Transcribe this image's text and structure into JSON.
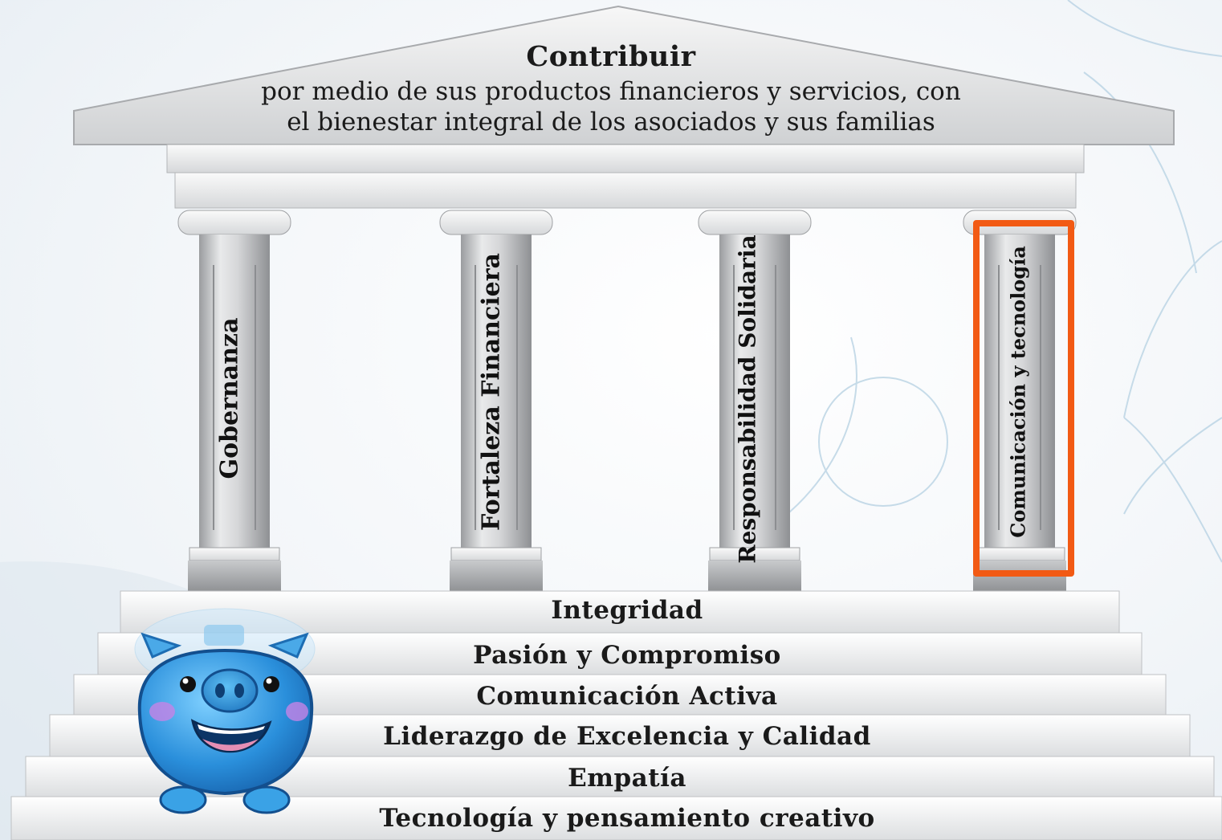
{
  "roof": {
    "title": "Contribuir",
    "line1": "por medio de sus productos financieros y servicios, con",
    "line2": "el bienestar integral de los asociados y sus familias"
  },
  "pillars": [
    {
      "label": "Gobernanza"
    },
    {
      "label": "Fortaleza Financiera"
    },
    {
      "label": "Responsabilidad Solidaria"
    },
    {
      "label": "Comunicación y tecnología",
      "highlighted": true
    }
  ],
  "steps": [
    {
      "label": "Integridad"
    },
    {
      "label": "Pasión y Compromiso"
    },
    {
      "label": "Comunicación Activa"
    },
    {
      "label": "Liderazgo de Excelencia y Calidad"
    },
    {
      "label": "Empatía"
    },
    {
      "label": "Tecnología y pensamiento creativo"
    }
  ],
  "colors": {
    "highlight": "#f25a14",
    "stone": "#e2e4e6",
    "mascot": "#2e8fd6"
  },
  "icons": {
    "mascot": "piggy-bank-mascot-icon"
  }
}
